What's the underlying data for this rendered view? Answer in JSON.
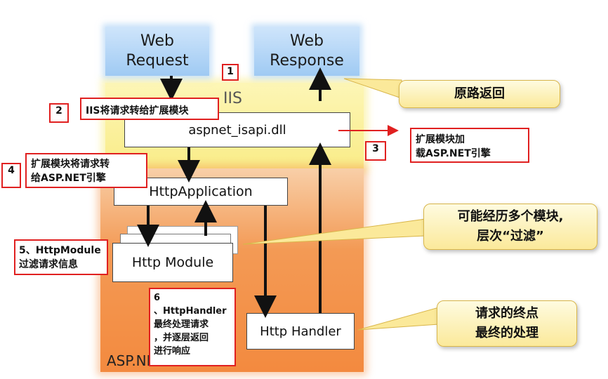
{
  "web_request": {
    "line1": "Web",
    "line2": "Request"
  },
  "web_response": {
    "line1": "Web",
    "line2": "Response"
  },
  "iis": {
    "label": "IIS",
    "isapi": "aspnet_isapi.dll"
  },
  "asp": {
    "label": "ASP.NET Runtime",
    "http_application": "HttpApplication",
    "http_module": "Http Module",
    "http_handler": "Http Handler"
  },
  "steps": {
    "s1": {
      "num": "1"
    },
    "s2": {
      "num": "2",
      "text": "IIS将请求转给扩展模块"
    },
    "s3": {
      "num": "3",
      "line1": "扩展模块加",
      "line2": "载ASP.NET引擎"
    },
    "s4": {
      "num": "4",
      "line1": "扩展模块将请求转",
      "line2": "给ASP.NET引擎"
    },
    "s5": {
      "line1": "5、HttpModule",
      "line2": "过滤请求信息"
    },
    "s6": {
      "line1": "6",
      "line2": "、HttpHandler",
      "line3": "最终处理请求",
      "line4": "，并逐层返回",
      "line5": "进行响应"
    }
  },
  "callouts": {
    "return_path": {
      "line1": "原路返回"
    },
    "filter": {
      "line1": "可能经历多个模块,",
      "line2": "层次“过滤”"
    },
    "endpoint": {
      "line1": "请求的终点",
      "line2": "最终的处理"
    }
  },
  "colors": {
    "web_box": "#9fcaf3",
    "iis_band": "#f9ec88",
    "asp_band": "#f38a3f",
    "step_border": "#e02020",
    "callout_fill": "#fbe99a",
    "arrow": "#111111",
    "red_arrow": "#e02020"
  }
}
